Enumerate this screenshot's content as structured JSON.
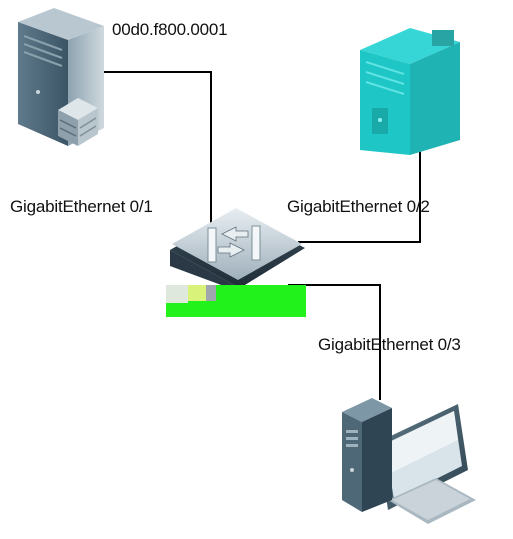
{
  "labels": {
    "mac_address": "00d0.f800.0001",
    "port_1": "GigabitEthernet 0/1",
    "port_2": "GigabitEthernet 0/2",
    "port_3": "GigabitEthernet 0/3"
  },
  "icons": {
    "server": "server-tower-icon",
    "host_2": "tower-pc-icon",
    "switch": "network-switch-icon",
    "host_3": "desktop-computer-icon"
  },
  "colors": {
    "line": "#000000",
    "server_body": "#4a6273",
    "pc2_cyan": "#1fc6c6",
    "switch_green": "#21f21c",
    "desktop_body": "#3d5666"
  }
}
